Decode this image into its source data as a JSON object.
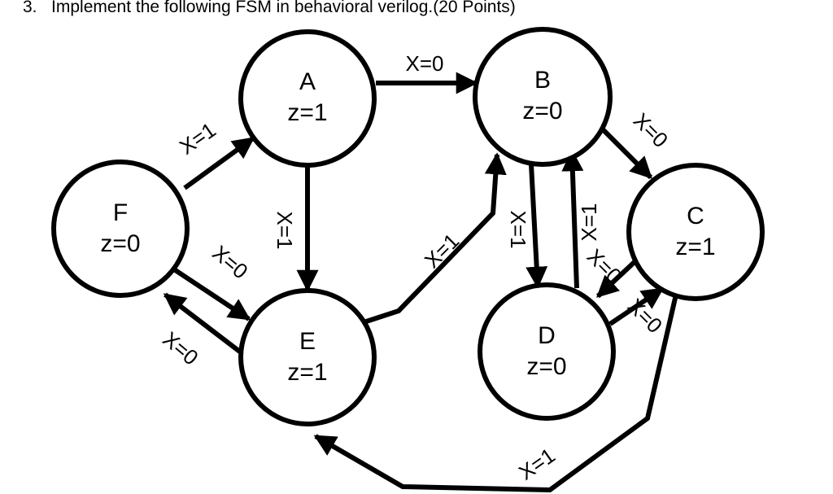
{
  "question": {
    "number": "3.",
    "text": "Implement the following FSM in behavioral verilog.(20 Points)"
  },
  "states": {
    "A": {
      "name": "A",
      "output": "z=1"
    },
    "B": {
      "name": "B",
      "output": "z=0"
    },
    "C": {
      "name": "C",
      "output": "z=1"
    },
    "D": {
      "name": "D",
      "output": "z=0"
    },
    "E": {
      "name": "E",
      "output": "z=1"
    },
    "F": {
      "name": "F",
      "output": "z=0"
    }
  },
  "transitions": {
    "a_b": {
      "from": "A",
      "to": "B",
      "label": "X=0"
    },
    "a_e": {
      "from": "A",
      "to": "E",
      "label": "X=1"
    },
    "b_c": {
      "from": "B",
      "to": "C",
      "label": "X=0"
    },
    "b_d": {
      "from": "B",
      "to": "D",
      "label": "X=1"
    },
    "c_d": {
      "from": "C",
      "to": "D",
      "label": "X=0"
    },
    "c_e": {
      "from": "C",
      "to": "E",
      "label": "X=1"
    },
    "d_b": {
      "from": "D",
      "to": "B",
      "label": "X=1"
    },
    "d_c": {
      "from": "D",
      "to": "C",
      "label": "X=0"
    },
    "e_b": {
      "from": "E",
      "to": "B",
      "label": "X=1"
    },
    "e_f": {
      "from": "E",
      "to": "F",
      "label": "X=0"
    },
    "f_a": {
      "from": "F",
      "to": "A",
      "label": "X=1"
    },
    "f_e": {
      "from": "F",
      "to": "E",
      "label": "X=0"
    }
  }
}
